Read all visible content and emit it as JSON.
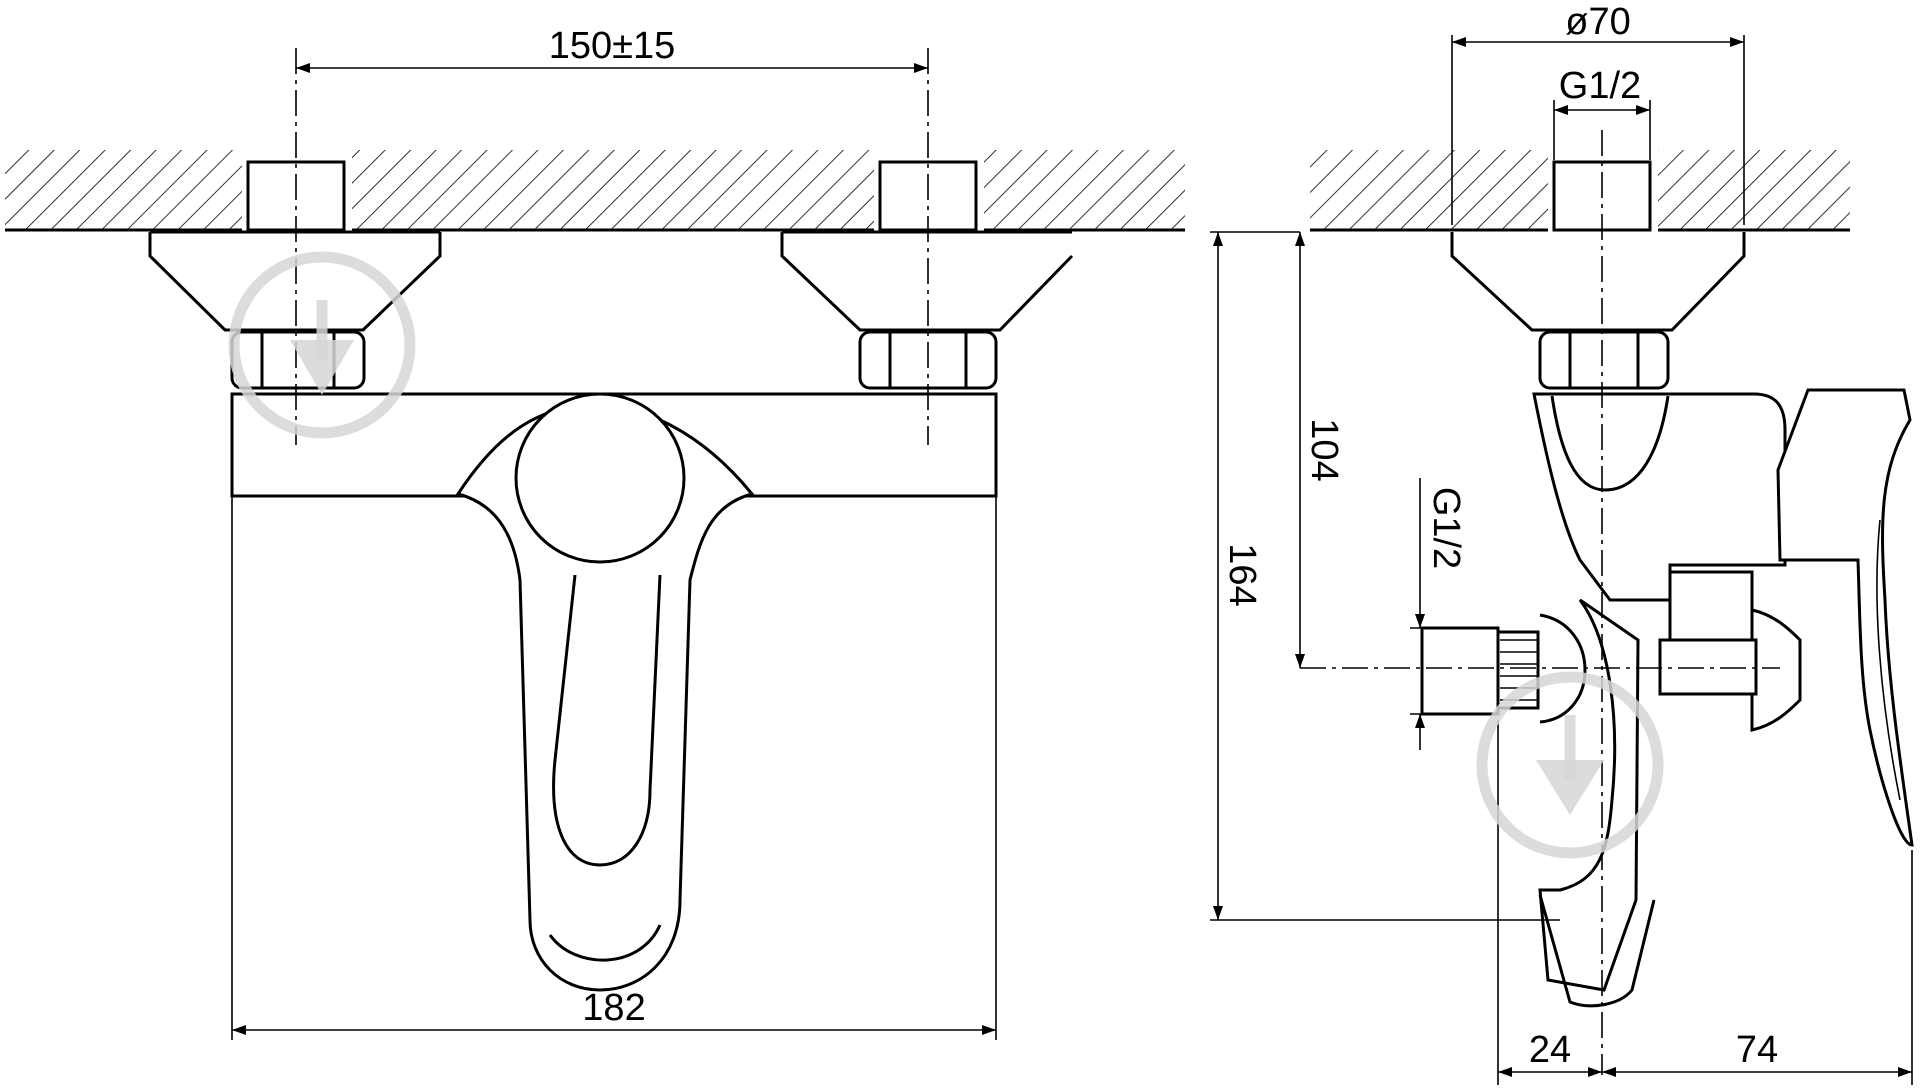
{
  "front_view": {
    "dim_center_spacing": "150±15",
    "dim_width": "182"
  },
  "side_view": {
    "dim_diameter": "ø70",
    "dim_thread_top": "G1/2",
    "dim_height_outlet": "104",
    "dim_height_total": "164",
    "dim_thread_outlet": "G1/2",
    "dim_depth_front": "24",
    "dim_depth_rear": "74"
  }
}
